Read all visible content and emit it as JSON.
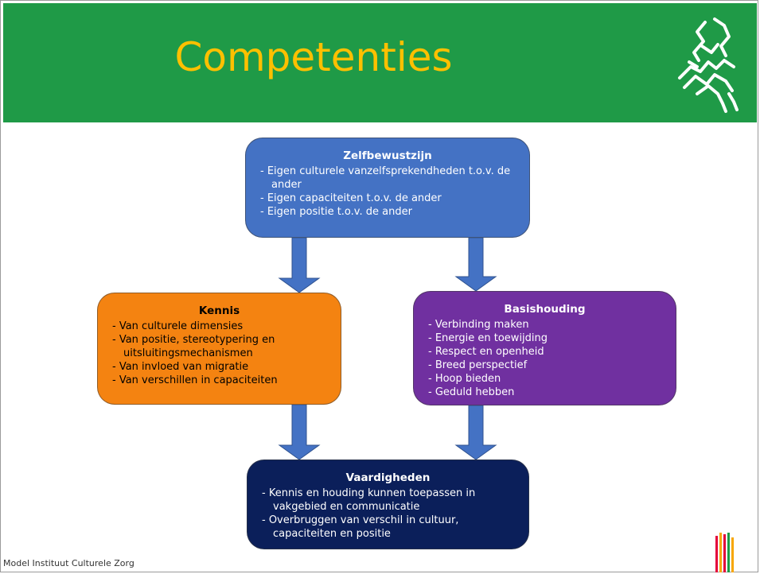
{
  "slide": {
    "title": "Competenties",
    "footer": "Model Instituut Culturele Zorg"
  },
  "boxes": {
    "zelfbewustzijn": {
      "title": "Zelfbewustzijn",
      "items": [
        "Eigen culturele vanzelfsprekendheden t.o.v. de ander",
        "Eigen capaciteiten t.o.v. de ander",
        "Eigen positie t.o.v. de ander"
      ]
    },
    "kennis": {
      "title": "Kennis",
      "items": [
        "Van culturele dimensies",
        "Van positie, stereotypering en uitsluitingsmechanismen",
        "Van invloed van migratie",
        "Van verschillen in capaciteiten"
      ]
    },
    "basishouding": {
      "title": "Basishouding",
      "items": [
        "Verbinding maken",
        "Energie en toewijding",
        "Respect en openheid",
        "Breed perspectief",
        "Hoop bieden",
        "Geduld hebben"
      ]
    },
    "vaardigheden": {
      "title": "Vaardigheden",
      "items": [
        "Kennis en houding kunnen toepassen in vakgebied en communicatie",
        "Overbruggen van verschil in cultuur, capaciteiten en positie"
      ]
    }
  },
  "colors": {
    "header": "#1f9a47",
    "title": "#ffc000",
    "zelfbewustzijn": "#4472c4",
    "kennis": "#f48311",
    "basishouding": "#7030a0",
    "vaardigheden": "#0b1f5a",
    "arrow": "#4472c4"
  },
  "icons": {
    "logo": "network-map-logo-icon",
    "stripes": "brand-stripes-icon"
  }
}
